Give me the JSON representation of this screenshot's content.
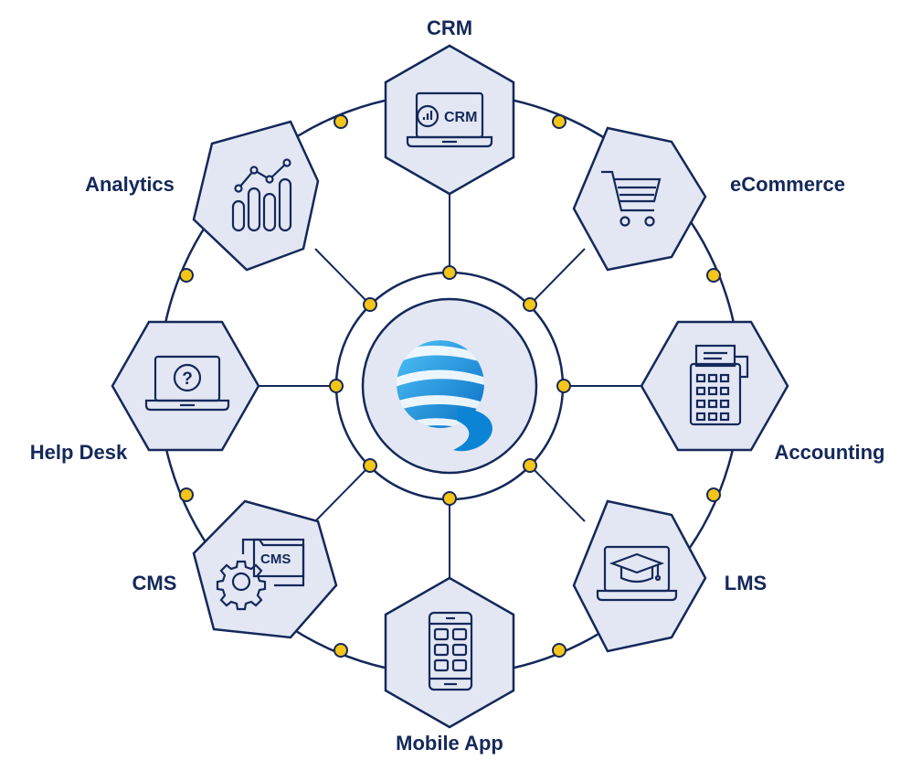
{
  "colors": {
    "navy": "#14285a",
    "hex_fill": "#e3e7f3",
    "dot_fill": "#f5c518",
    "white": "#ffffff",
    "globe_light": "#4fc3f7",
    "globe_dark": "#0b84d6"
  },
  "hub": {
    "icon": "globe-icon"
  },
  "nodes": [
    {
      "key": "crm",
      "label": "CRM",
      "icon": "crm-laptop-icon",
      "icon_text": "CRM"
    },
    {
      "key": "ecommerce",
      "label": "eCommerce",
      "icon": "shopping-cart-icon"
    },
    {
      "key": "accounting",
      "label": "Accounting",
      "icon": "calculator-icon"
    },
    {
      "key": "lms",
      "label": "LMS",
      "icon": "graduation-laptop-icon"
    },
    {
      "key": "mobile",
      "label": "Mobile App",
      "icon": "smartphone-icon"
    },
    {
      "key": "cms",
      "label": "CMS",
      "icon": "cms-gear-icon",
      "icon_text": "CMS"
    },
    {
      "key": "helpdesk",
      "label": "Help Desk",
      "icon": "help-laptop-icon",
      "icon_text": "?"
    },
    {
      "key": "analytics",
      "label": "Analytics",
      "icon": "analytics-chart-icon"
    }
  ]
}
